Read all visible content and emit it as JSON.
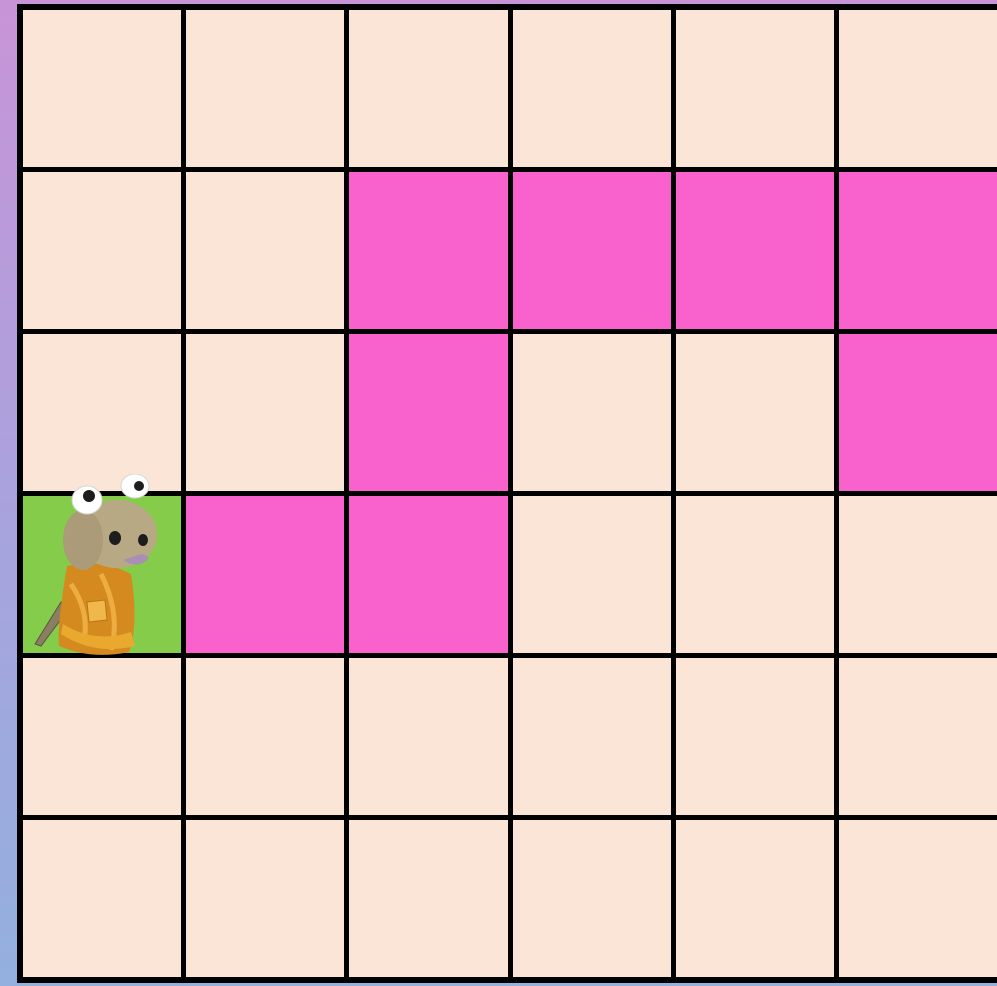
{
  "grid": {
    "rows": 6,
    "cols": 6,
    "cells": [
      [
        "empty",
        "empty",
        "empty",
        "empty",
        "empty",
        "empty"
      ],
      [
        "empty",
        "empty",
        "path",
        "path",
        "path",
        "path"
      ],
      [
        "empty",
        "empty",
        "path",
        "empty",
        "empty",
        "path"
      ],
      [
        "start",
        "path",
        "path",
        "empty",
        "empty",
        "empty"
      ],
      [
        "empty",
        "empty",
        "empty",
        "empty",
        "empty",
        "empty"
      ],
      [
        "empty",
        "empty",
        "empty",
        "empty",
        "empty",
        "empty"
      ]
    ]
  },
  "colors": {
    "empty": "#fbe5d6",
    "path": "#f961cd",
    "start": "#84cc4a",
    "grid_line": "#000000"
  },
  "character": {
    "icon": "frog-puppet-icon",
    "row": 3,
    "col": 0
  }
}
